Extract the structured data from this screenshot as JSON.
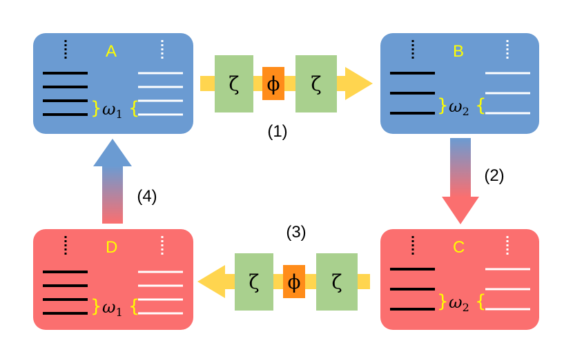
{
  "states": [
    {
      "label": "A",
      "freq": "ω",
      "sub": "1"
    },
    {
      "label": "B",
      "freq": "ω",
      "sub": "2"
    },
    {
      "label": "C",
      "freq": "ω",
      "sub": "2"
    },
    {
      "label": "D",
      "freq": "ω",
      "sub": "1"
    }
  ],
  "steps": [
    "(1)",
    "(2)",
    "(3)",
    "(4)"
  ],
  "coupler": {
    "left": "ζ",
    "middle": "ϕ",
    "right": "ζ"
  },
  "brace_left": "}",
  "brace_right": "{",
  "colors": {
    "blue": "#6b9bd2",
    "red": "#fb6f6f",
    "green": "#a9d08e",
    "orange": "#ff8c1a",
    "yellow_arrow": "#ffd54f",
    "label": "#ffff00"
  }
}
